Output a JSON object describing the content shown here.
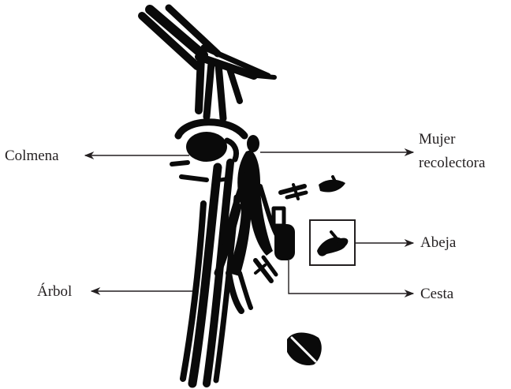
{
  "labels": {
    "colmena": "Colmena",
    "mujer_line1": "Mujer",
    "mujer_line2": "recolectora",
    "abeja": "Abeja",
    "arbol": "Árbol",
    "cesta": "Cesta"
  },
  "colors": {
    "ink": "#0a0a0a",
    "label_text": "#231f20",
    "arrow": "#231f20",
    "background": "#ffffff"
  }
}
